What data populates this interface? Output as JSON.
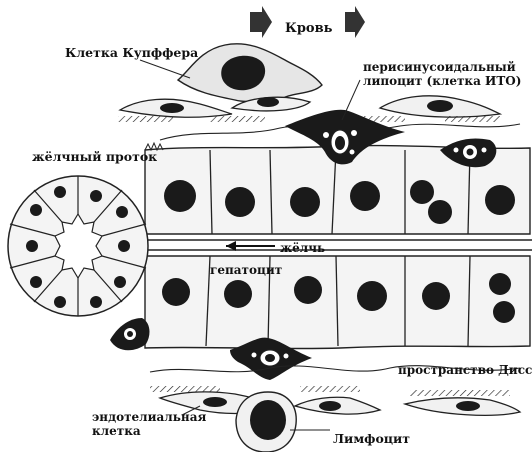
{
  "labels": {
    "blood": "Кровь",
    "kupffer_cell": "Клетка Купффера",
    "ito_cell": "перисинусоидальный\nлипоцит (клетка ИТО)",
    "bile_duct": "жёлчный проток",
    "bile": "жёлчь",
    "hepatocyte": "гепатоцит",
    "disse_space": "пространство Диссе",
    "endothelial_cell": "эндотелиальная\nклетка",
    "lymphocyte": "Лимфоцит"
  }
}
